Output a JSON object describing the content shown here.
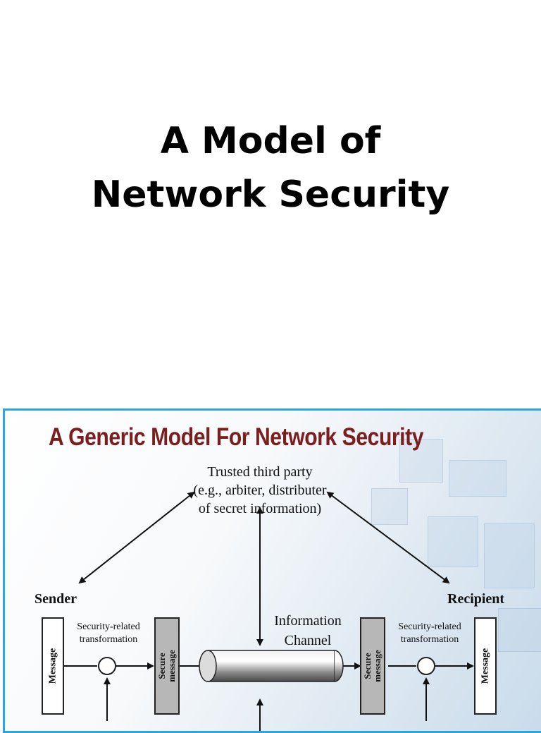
{
  "slide": {
    "title_line1": "A Model of",
    "title_line2": "Network Security"
  },
  "figure": {
    "title": "A Generic Model For Network Security",
    "title_color": "#7b1e1e",
    "frame_color": "#27a8e0",
    "trusted_party": {
      "line1": "Trusted third party",
      "line2": "(e.g., arbiter, distributer",
      "line3": "of secret information)"
    },
    "sender_label": "Sender",
    "recipient_label": "Recipient",
    "channel": {
      "line1": "Information",
      "line2": "Channel"
    },
    "left_transform": {
      "line1": "Security-related",
      "line2": "transformation"
    },
    "right_transform": {
      "line1": "Security-related",
      "line2": "transformation"
    },
    "boxes": {
      "sender_message": "Message",
      "sender_secure_line1": "Secure",
      "sender_secure_line2": "message",
      "recipient_secure_line1": "Secure",
      "recipient_secure_line2": "message",
      "recipient_message": "Message"
    }
  }
}
